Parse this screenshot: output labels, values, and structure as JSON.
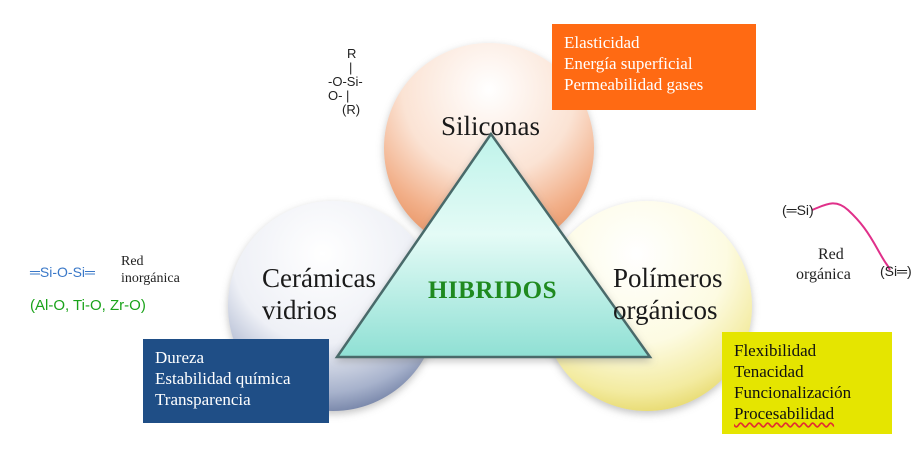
{
  "circles": {
    "siliconas": "Siliconas",
    "ceramicas": [
      "Cerámicas",
      "vidrios"
    ],
    "polimeros": [
      "Polímeros",
      "orgánicos"
    ]
  },
  "center_label": "HIBRIDOS",
  "boxes": {
    "orange": {
      "color": "#ff6a13",
      "lines": [
        "Elasticidad",
        "Energía superficial",
        "Permeabilidad gases"
      ]
    },
    "blue": {
      "color": "#1f4e86",
      "lines": [
        "Dureza",
        "Estabilidad química",
        "Transparencia"
      ]
    },
    "yellow": {
      "color": "#e5e500",
      "lines": [
        "Flexibilidad",
        "Tenacidad",
        "Funcionalización",
        "Procesabilidad"
      ]
    }
  },
  "silicone_formula": {
    "lines": [
      "R",
      "|",
      "-O-Si-",
      "O- |",
      "(R)"
    ]
  },
  "inorganic": {
    "formula": "═Si-O-Si═",
    "label": [
      "Red",
      "inorgánica"
    ],
    "oxides": "(Al-O, Ti-O, Zr-O)"
  },
  "organic": {
    "start": "(═Si)",
    "end": "(Si═)",
    "label": [
      "Red",
      "orgánica"
    ]
  }
}
